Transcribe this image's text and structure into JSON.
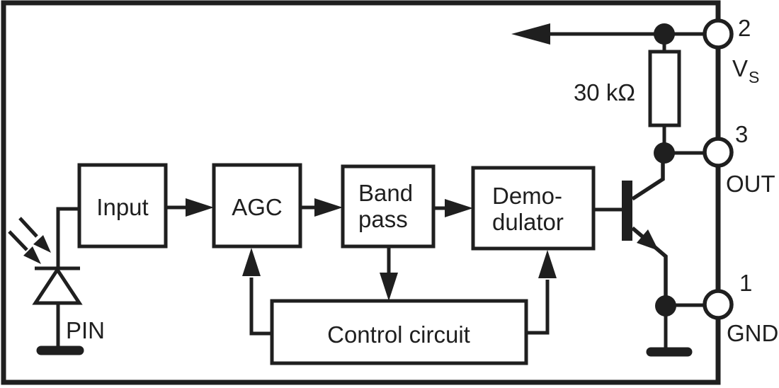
{
  "blocks": {
    "input": {
      "label": "Input"
    },
    "agc": {
      "label": "AGC"
    },
    "bandpass": {
      "line1": "Band",
      "line2": "pass"
    },
    "demodulator": {
      "line1": "Demo-",
      "line2": "dulator"
    },
    "control": {
      "label": "Control circuit"
    }
  },
  "components": {
    "resistor_value": "30 kΩ",
    "photodiode_label": "PIN"
  },
  "pins": {
    "vs": {
      "number": "2",
      "name": "V",
      "name_sub": "S"
    },
    "out": {
      "number": "3",
      "name": "OUT"
    },
    "gnd": {
      "number": "1",
      "name": "GND"
    }
  },
  "colors": {
    "ink": "#1f1f1f",
    "background": "#ffffff"
  }
}
